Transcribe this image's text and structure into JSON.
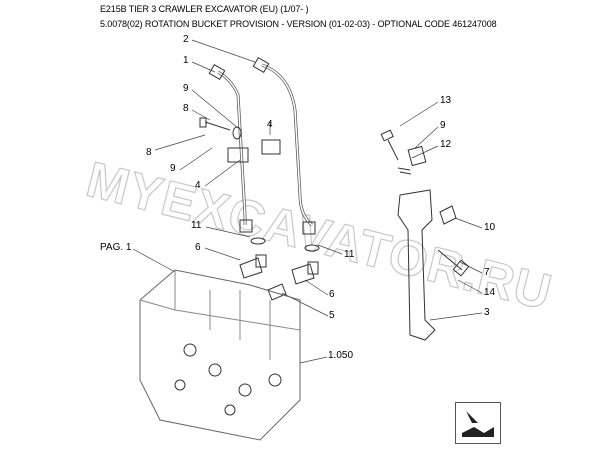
{
  "header": {
    "title": "E215B TIER 3 CRAWLER EXCAVATOR (EU) (1/07- )",
    "subtitle": "5.0078(02) ROTATION BUCKET PROVISION - VERSION (01-02-03) - OPTIONAL CODE 461247008"
  },
  "watermark": "MYEXCAVATOR.RU",
  "callouts": {
    "c2": "2",
    "c1": "1",
    "c9a": "9",
    "c8a": "8",
    "c8b": "8",
    "c9b": "9",
    "c4a": "4",
    "c4b": "4",
    "c11a": "11",
    "c6a": "6",
    "c11b": "11",
    "c6b": "6",
    "c5": "5",
    "c1050": "1.050",
    "pag": "PAG. 1",
    "c13": "13",
    "c9c": "9",
    "c12": "12",
    "c10": "10",
    "c7": "7",
    "c14": "14",
    "c3": "3"
  },
  "nav_icon": "next-page-icon"
}
